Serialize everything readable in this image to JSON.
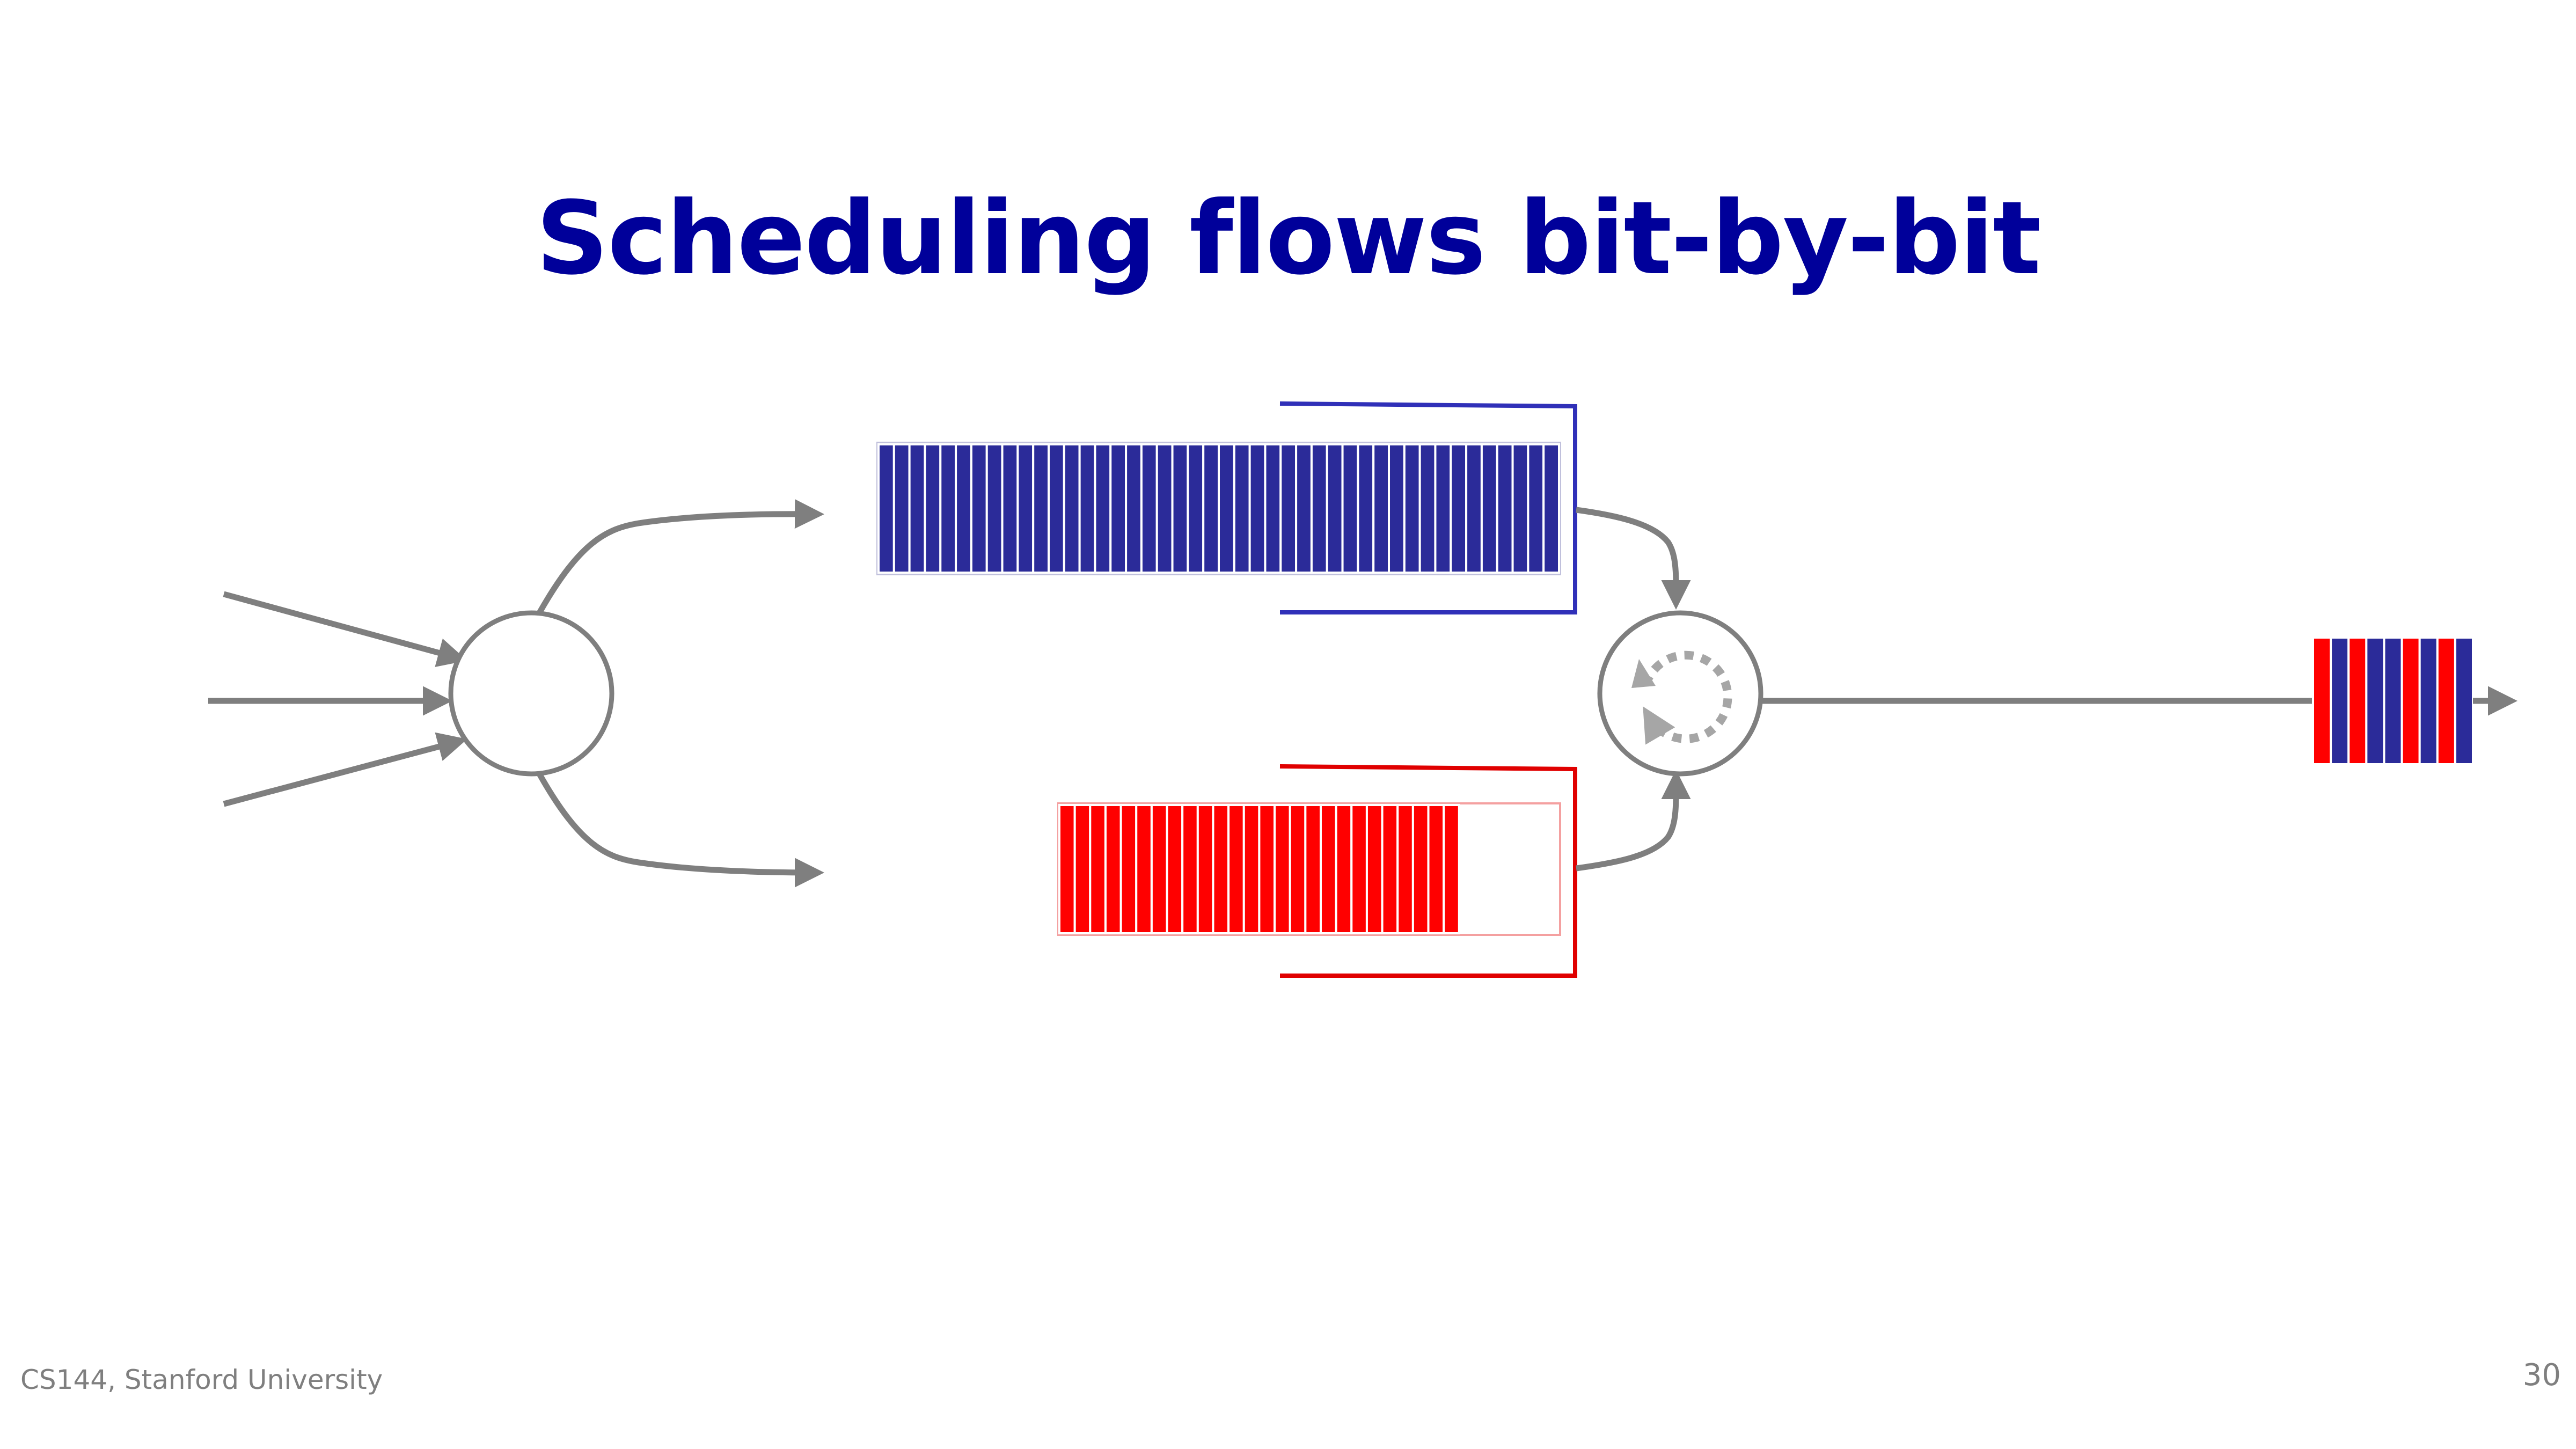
{
  "slide": {
    "title": "Scheduling flows bit-by-bit",
    "footer_left": "CS144, Stanford University",
    "page_number": "30"
  },
  "colors": {
    "title": "#00009a",
    "flow_blue": "#2b2b99",
    "flow_red": "#ff0000",
    "bracket_blue": "#3030b8",
    "bracket_red": "#e00000",
    "line_gray": "#7f7f7f",
    "dotted_gray": "#a6a6a6"
  },
  "diagram": {
    "input_links": 3,
    "blue_queue_bits": 44,
    "red_queue_bits": 26,
    "red_queue_empty_fraction": 0.2,
    "output_bits": [
      "red",
      "blue",
      "red",
      "blue",
      "blue",
      "red",
      "blue",
      "red",
      "blue"
    ],
    "icons": {
      "classifier": "circle-node-icon",
      "scheduler": "round-robin-icon"
    }
  }
}
